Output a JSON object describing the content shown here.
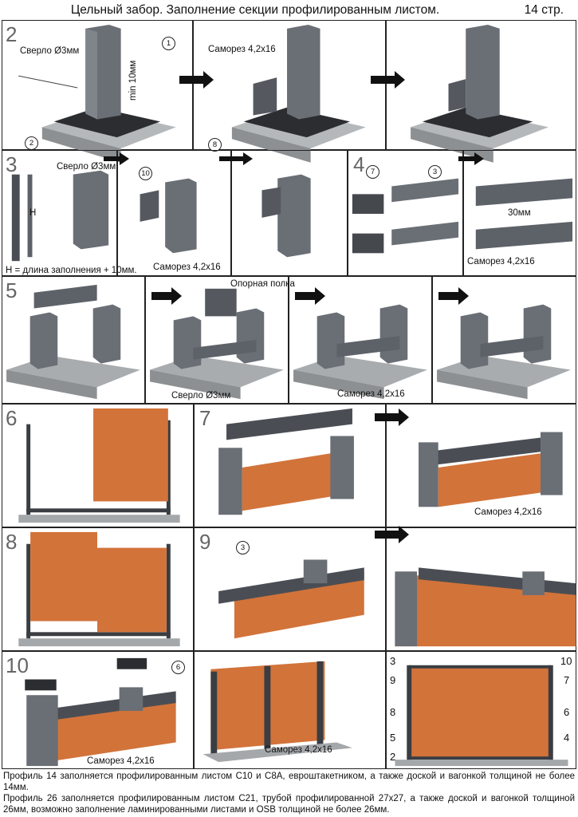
{
  "header": {
    "title": "Цельный забор. Заполнение секции профилированным листом.",
    "page": "14 стр."
  },
  "steps": {
    "s2": "2",
    "s3": "3",
    "s4": "4",
    "s5": "5",
    "s6": "6",
    "s7": "7",
    "s8": "8",
    "s9": "9",
    "s10": "10"
  },
  "labels": {
    "drill3": "Сверло Ø3мм",
    "min10": "min 10мм",
    "screw": "Саморез 4,2х16",
    "hformula": "H = длина заполнения + 10мм.",
    "h": "H",
    "mm30": "30мм",
    "shelf": "Опорная полка"
  },
  "callouts": {
    "c1": "1",
    "c2": "2",
    "c8": "8",
    "c10": "10",
    "c7": "7",
    "c3": "3",
    "c3b": "3",
    "c6": "6"
  },
  "diagram": {
    "n3": "3",
    "n10": "10",
    "n9": "9",
    "n7": "7",
    "n8": "8",
    "n6": "6",
    "n5": "5",
    "n4": "4",
    "n2": "2"
  },
  "footer": {
    "p1": "Профиль 14 заполняется профилированным листом С10 и С8А, евроштакетником, а также доской и вагонкой толщиной не более 14мм.",
    "p2": "Профиль 26 заполняется профилированным листом С21, трубой профилированной 27х27, а также доской и вагонкой толщиной 26мм, возможно заполнение ламинированными листами и OSB толщиной не более 26мм."
  },
  "colors": {
    "orange": "#d2733a",
    "post": "#5d6168",
    "base": "#a5a8ab",
    "dark": "#3a3d42"
  }
}
